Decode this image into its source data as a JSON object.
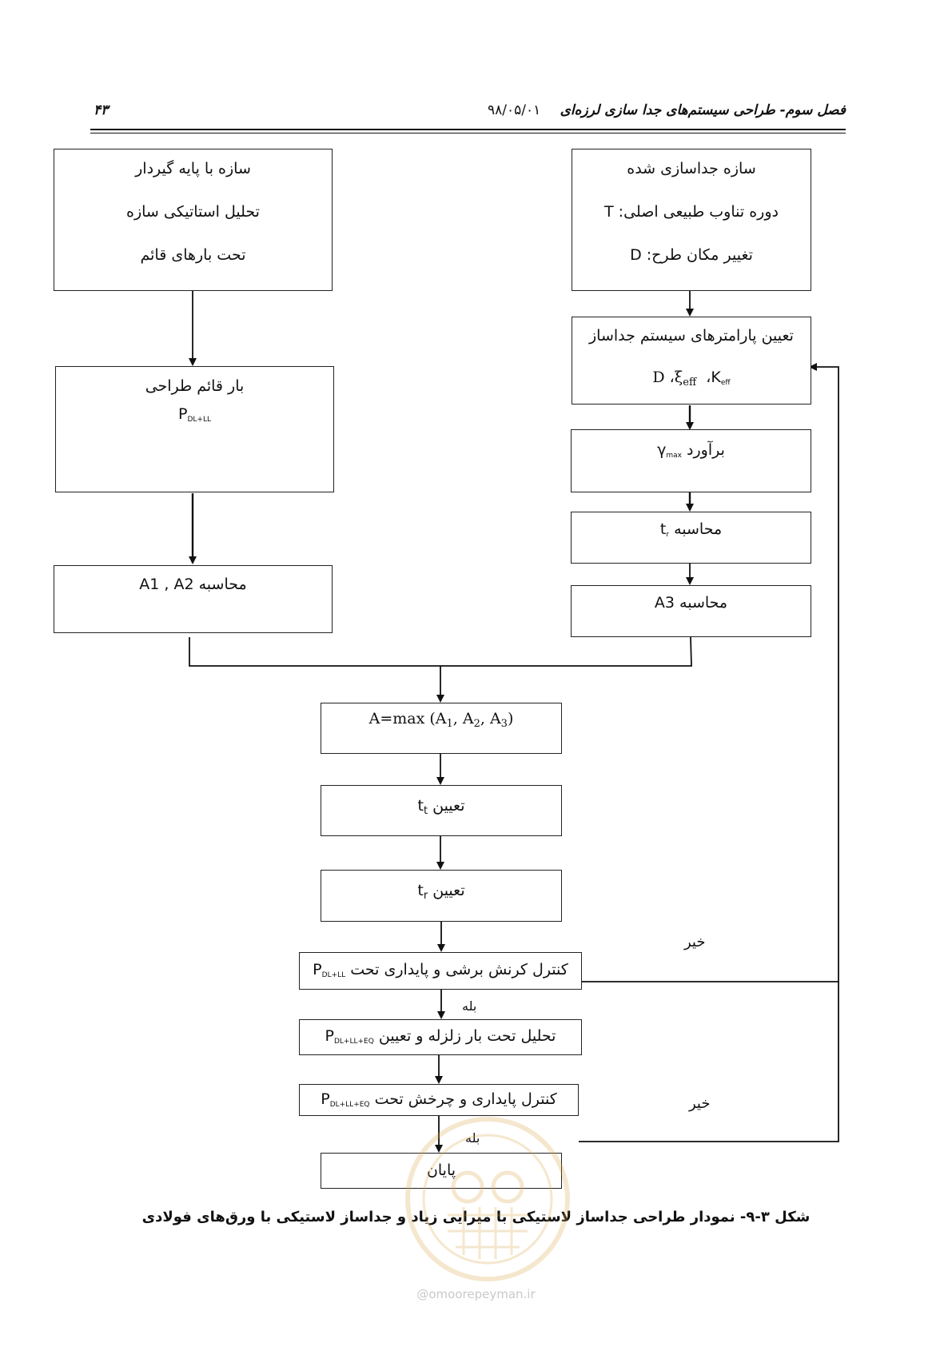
{
  "header": {
    "page_number": "۴۳",
    "date": "۹۸/۰۵/۰۱",
    "chapter_title": "فصل سوم- طراحی سیستم‌های جدا سازی لرزه‌ای"
  },
  "left": {
    "fixed_base_line1": "سازه با پایه گیردار",
    "fixed_base_line2": "تحلیل استاتیکی سازه",
    "fixed_base_line3": "تحت بارهای قائم",
    "design_load_label": "بار قائم طراحی",
    "design_load_symbol": "P",
    "design_load_sub": "DL+LL",
    "calc_a1a2_label": "محاسبه",
    "calc_a1a2_value": "A1 , A2"
  },
  "right": {
    "isolated_line1": "سازه جداسازی شده",
    "isolated_line2_label": "دوره تناوب طبیعی اصلی:",
    "isolated_line2_value": "T",
    "isolated_line3_label": "تغییر مکان طرح:",
    "isolated_line3_value": "D",
    "params_title": "تعیین پارامترهای سیستم جداساز",
    "params_k": "K",
    "params_k_sub": "eff",
    "params_xi": "ξ",
    "params_xi_sub": "eff",
    "params_d": "D",
    "gamma_label": "برآورد",
    "gamma_symbol": "γ",
    "gamma_sub": "max",
    "tr_calc_label": "محاسبه",
    "tr_calc_symbol": "t",
    "tr_calc_sub": "r",
    "calc_a3_label": "محاسبه",
    "calc_a3_value": "A3"
  },
  "center": {
    "amax_prefix": "A=max (A",
    "amax_sub1": "1",
    "amax_mid1": ", A",
    "amax_sub2": "2",
    "amax_mid2": ", A",
    "amax_sub3": "3",
    "amax_end": ")",
    "tt_label": "تعیین",
    "tt_symbol": "t",
    "tt_sub": "t",
    "tr_label": "تعیین",
    "tr_symbol": "t",
    "tr_sub": "r",
    "shear_check_label": "کنترل کرنش برشی و پایداری تحت",
    "shear_check_symbol": "P",
    "shear_check_sub": "DL+LL",
    "eq_analysis_label": "تحلیل تحت بار زلزله و تعیین",
    "eq_analysis_symbol": "P",
    "eq_analysis_sub": "DL+LL+EQ",
    "rotation_check_label": "کنترل پایداری و چرخش تحت",
    "rotation_check_symbol": "P",
    "rotation_check_sub": "DL+LL+EQ",
    "end_label": "پایان"
  },
  "decisions": {
    "no_1": "خیر",
    "yes_1": "بله",
    "no_2": "خیر",
    "yes_2": "بله"
  },
  "caption": "شکل ۳-۹- نمودار طراحی جداساز لاستیکی با میرایی زیاد و جداساز لاستیکی با ورق‌های فولادی",
  "watermark_url": "@omoorepeyman.ir"
}
